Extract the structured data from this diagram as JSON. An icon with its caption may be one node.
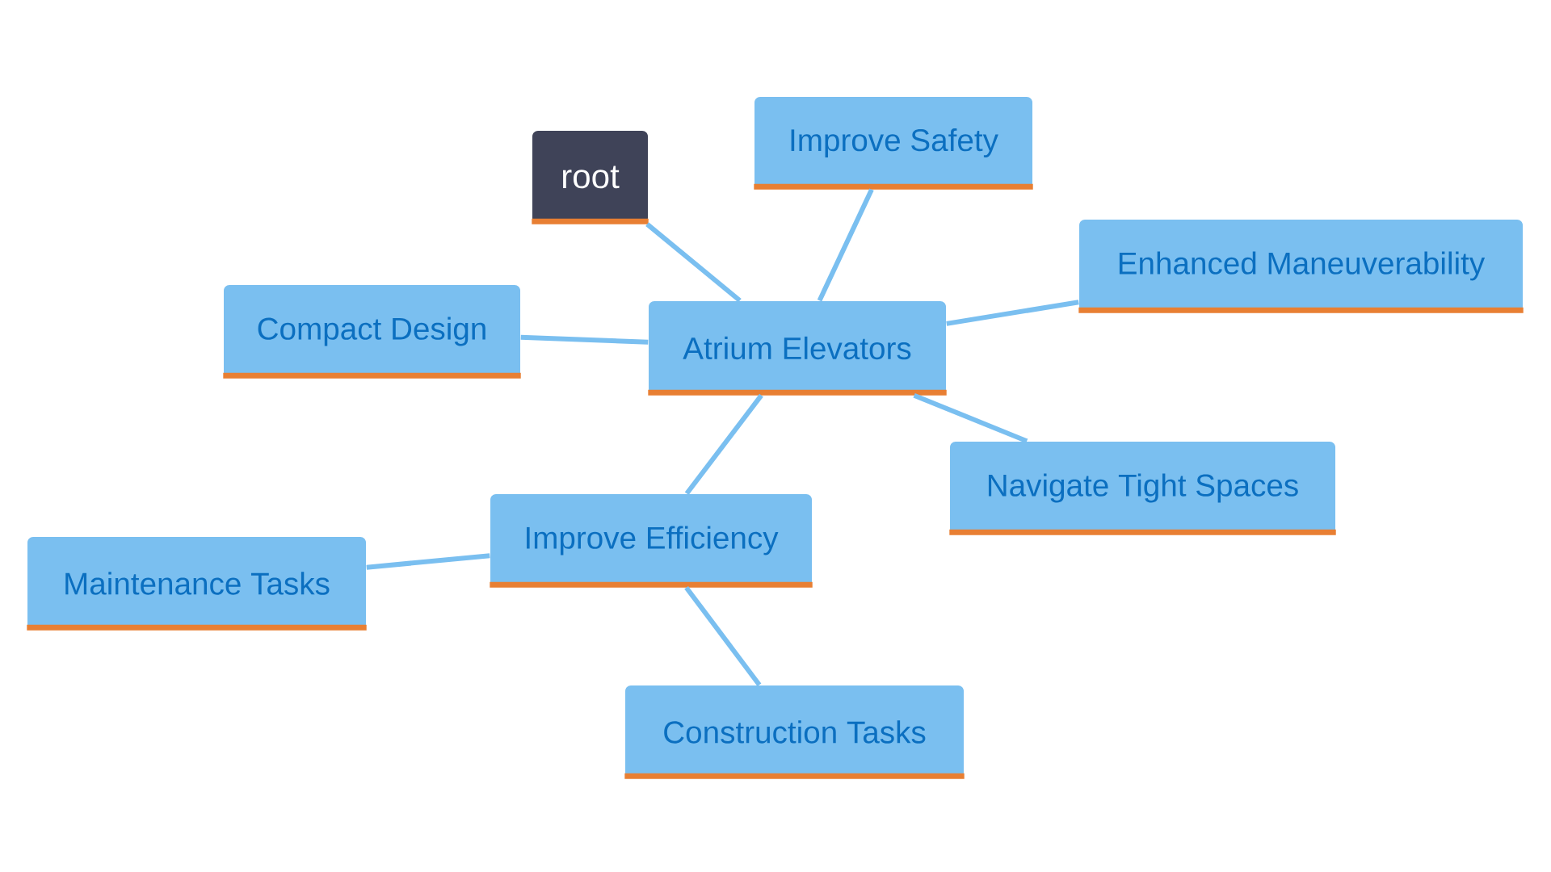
{
  "diagram": {
    "nodes": [
      {
        "text": [
          "root"
        ]
      },
      {
        "text": [
          "Improve Safety"
        ]
      },
      {
        "text": [
          "Enhanced Maneuverability"
        ]
      },
      {
        "text": [
          "Compact Design"
        ]
      },
      {
        "text": [
          "Atrium Elevators"
        ]
      },
      {
        "text": [
          "Navigate Tight Spaces"
        ]
      },
      {
        "text": [
          "Improve Efficiency"
        ]
      },
      {
        "text": [
          "Maintenance Tasks"
        ]
      },
      {
        "text": [
          "Construction Tasks"
        ]
      }
    ],
    "edges": [
      {
        "from": 0,
        "to": 4,
        "arrow": "none"
      },
      {
        "from": 4,
        "to": 1,
        "arrow": "none"
      },
      {
        "from": 4,
        "to": 2,
        "arrow": "none"
      },
      {
        "from": 4,
        "to": 3,
        "arrow": "none"
      },
      {
        "from": 4,
        "to": 5,
        "arrow": "none"
      },
      {
        "from": 4,
        "to": 6,
        "arrow": "none"
      },
      {
        "from": 6,
        "to": 7,
        "arrow": "none"
      },
      {
        "from": 6,
        "to": 8,
        "arrow": "none"
      }
    ]
  }
}
